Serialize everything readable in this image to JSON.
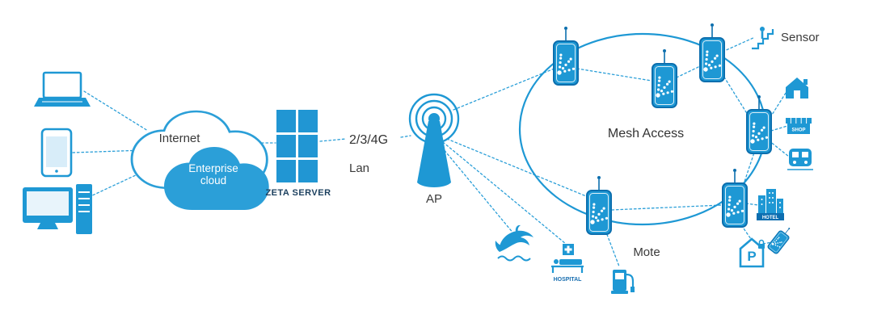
{
  "diagram": {
    "labels": {
      "internet": "Internet",
      "enterprise": "Enterprise",
      "cloud": "cloud",
      "zeta_server": "ZETA SERVER",
      "g234": "2/3/4G",
      "lan": "Lan",
      "ap": "AP",
      "mesh_access": "Mesh Access",
      "sensor": "Sensor",
      "mote": "Mote",
      "hospital": "HOSPITAL",
      "hotel": "HOTEL",
      "shop": "SHOP",
      "parking": "P"
    },
    "colors": {
      "primary_blue": "#1e98d4",
      "dark_blue": "#0c6fae",
      "cloud_fill": "#2b9fd8",
      "banner_blue": "#0d6eb0",
      "label_dark": "#3a3a3a",
      "navy_label": "#1b3f5e",
      "white": "#ffffff"
    },
    "icons": [
      "laptop-icon",
      "tablet-icon",
      "desktop-icon",
      "internet-cloud",
      "enterprise-cloud",
      "zeta-server",
      "ap-tower",
      "mote-device",
      "mesh-ellipse",
      "escalator-sensor-icon",
      "house-icon",
      "shop-icon",
      "train-icon",
      "hotel-icon",
      "parking-icon",
      "dolphin-icon",
      "hospital-bed-icon",
      "fuel-pump-icon"
    ]
  }
}
